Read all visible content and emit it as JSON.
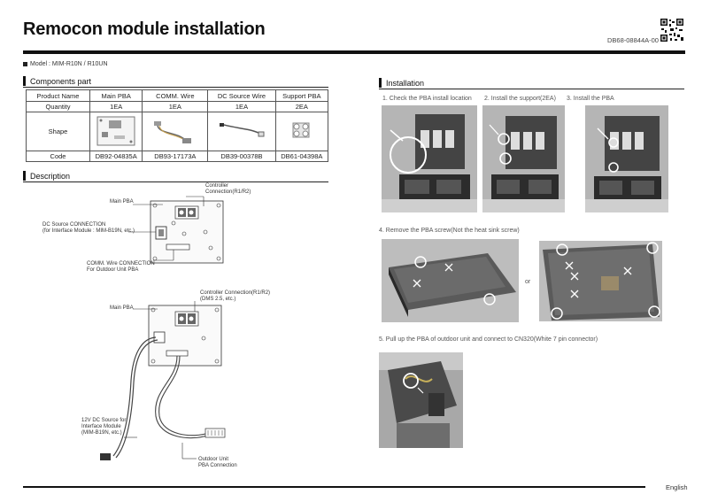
{
  "header": {
    "title": "Remocon module installation",
    "doc_number": "DB68-08844A-00",
    "model": "Model : MIM-R10N / R10UN"
  },
  "components": {
    "heading": "Components part",
    "headers": [
      "Product Name",
      "Main PBA",
      "COMM. Wire",
      "DC Source Wire",
      "Support PBA"
    ],
    "quantity_label": "Quantity",
    "quantities": [
      "1EA",
      "1EA",
      "1EA",
      "2EA"
    ],
    "shape_label": "Shape",
    "code_label": "Code",
    "codes": [
      "DB92-04835A",
      "DB93-17173A",
      "DB39-00378B",
      "DB61-04398A"
    ]
  },
  "description": {
    "heading": "Description",
    "top": {
      "controller": "Controller\nConnection(R1/R2)",
      "main_pba": "Main PBA",
      "dc_source": "DC Source CONNECTION\n(for Interface Module : MIM-B19N, etc.)",
      "comm_wire": "COMM. Wire CONNECTION\nFor Outdoor Unit PBA"
    },
    "bottom": {
      "controller": "Controller Connection(R1/R2)\n(DMS 2.5, etc.)",
      "main_pba": "Main PBA",
      "dc_source": "12V DC Source for\nInterface Module\n(MIM-B19N, etc.)",
      "outdoor": "Outdoor Unit\nPBA Connection"
    }
  },
  "installation": {
    "heading": "Installation",
    "step1": "1. Check the PBA install location",
    "step2": "2. Install the support(2EA)",
    "step3": "3. Install the PBA",
    "step4": "4. Remove the PBA screw(Not the heat sink screw)",
    "or_text": "or",
    "step5": "5. Pull up the PBA of outdoor unit and connect to CN320(White 7 pin connector)"
  },
  "footer": {
    "language": "English"
  }
}
